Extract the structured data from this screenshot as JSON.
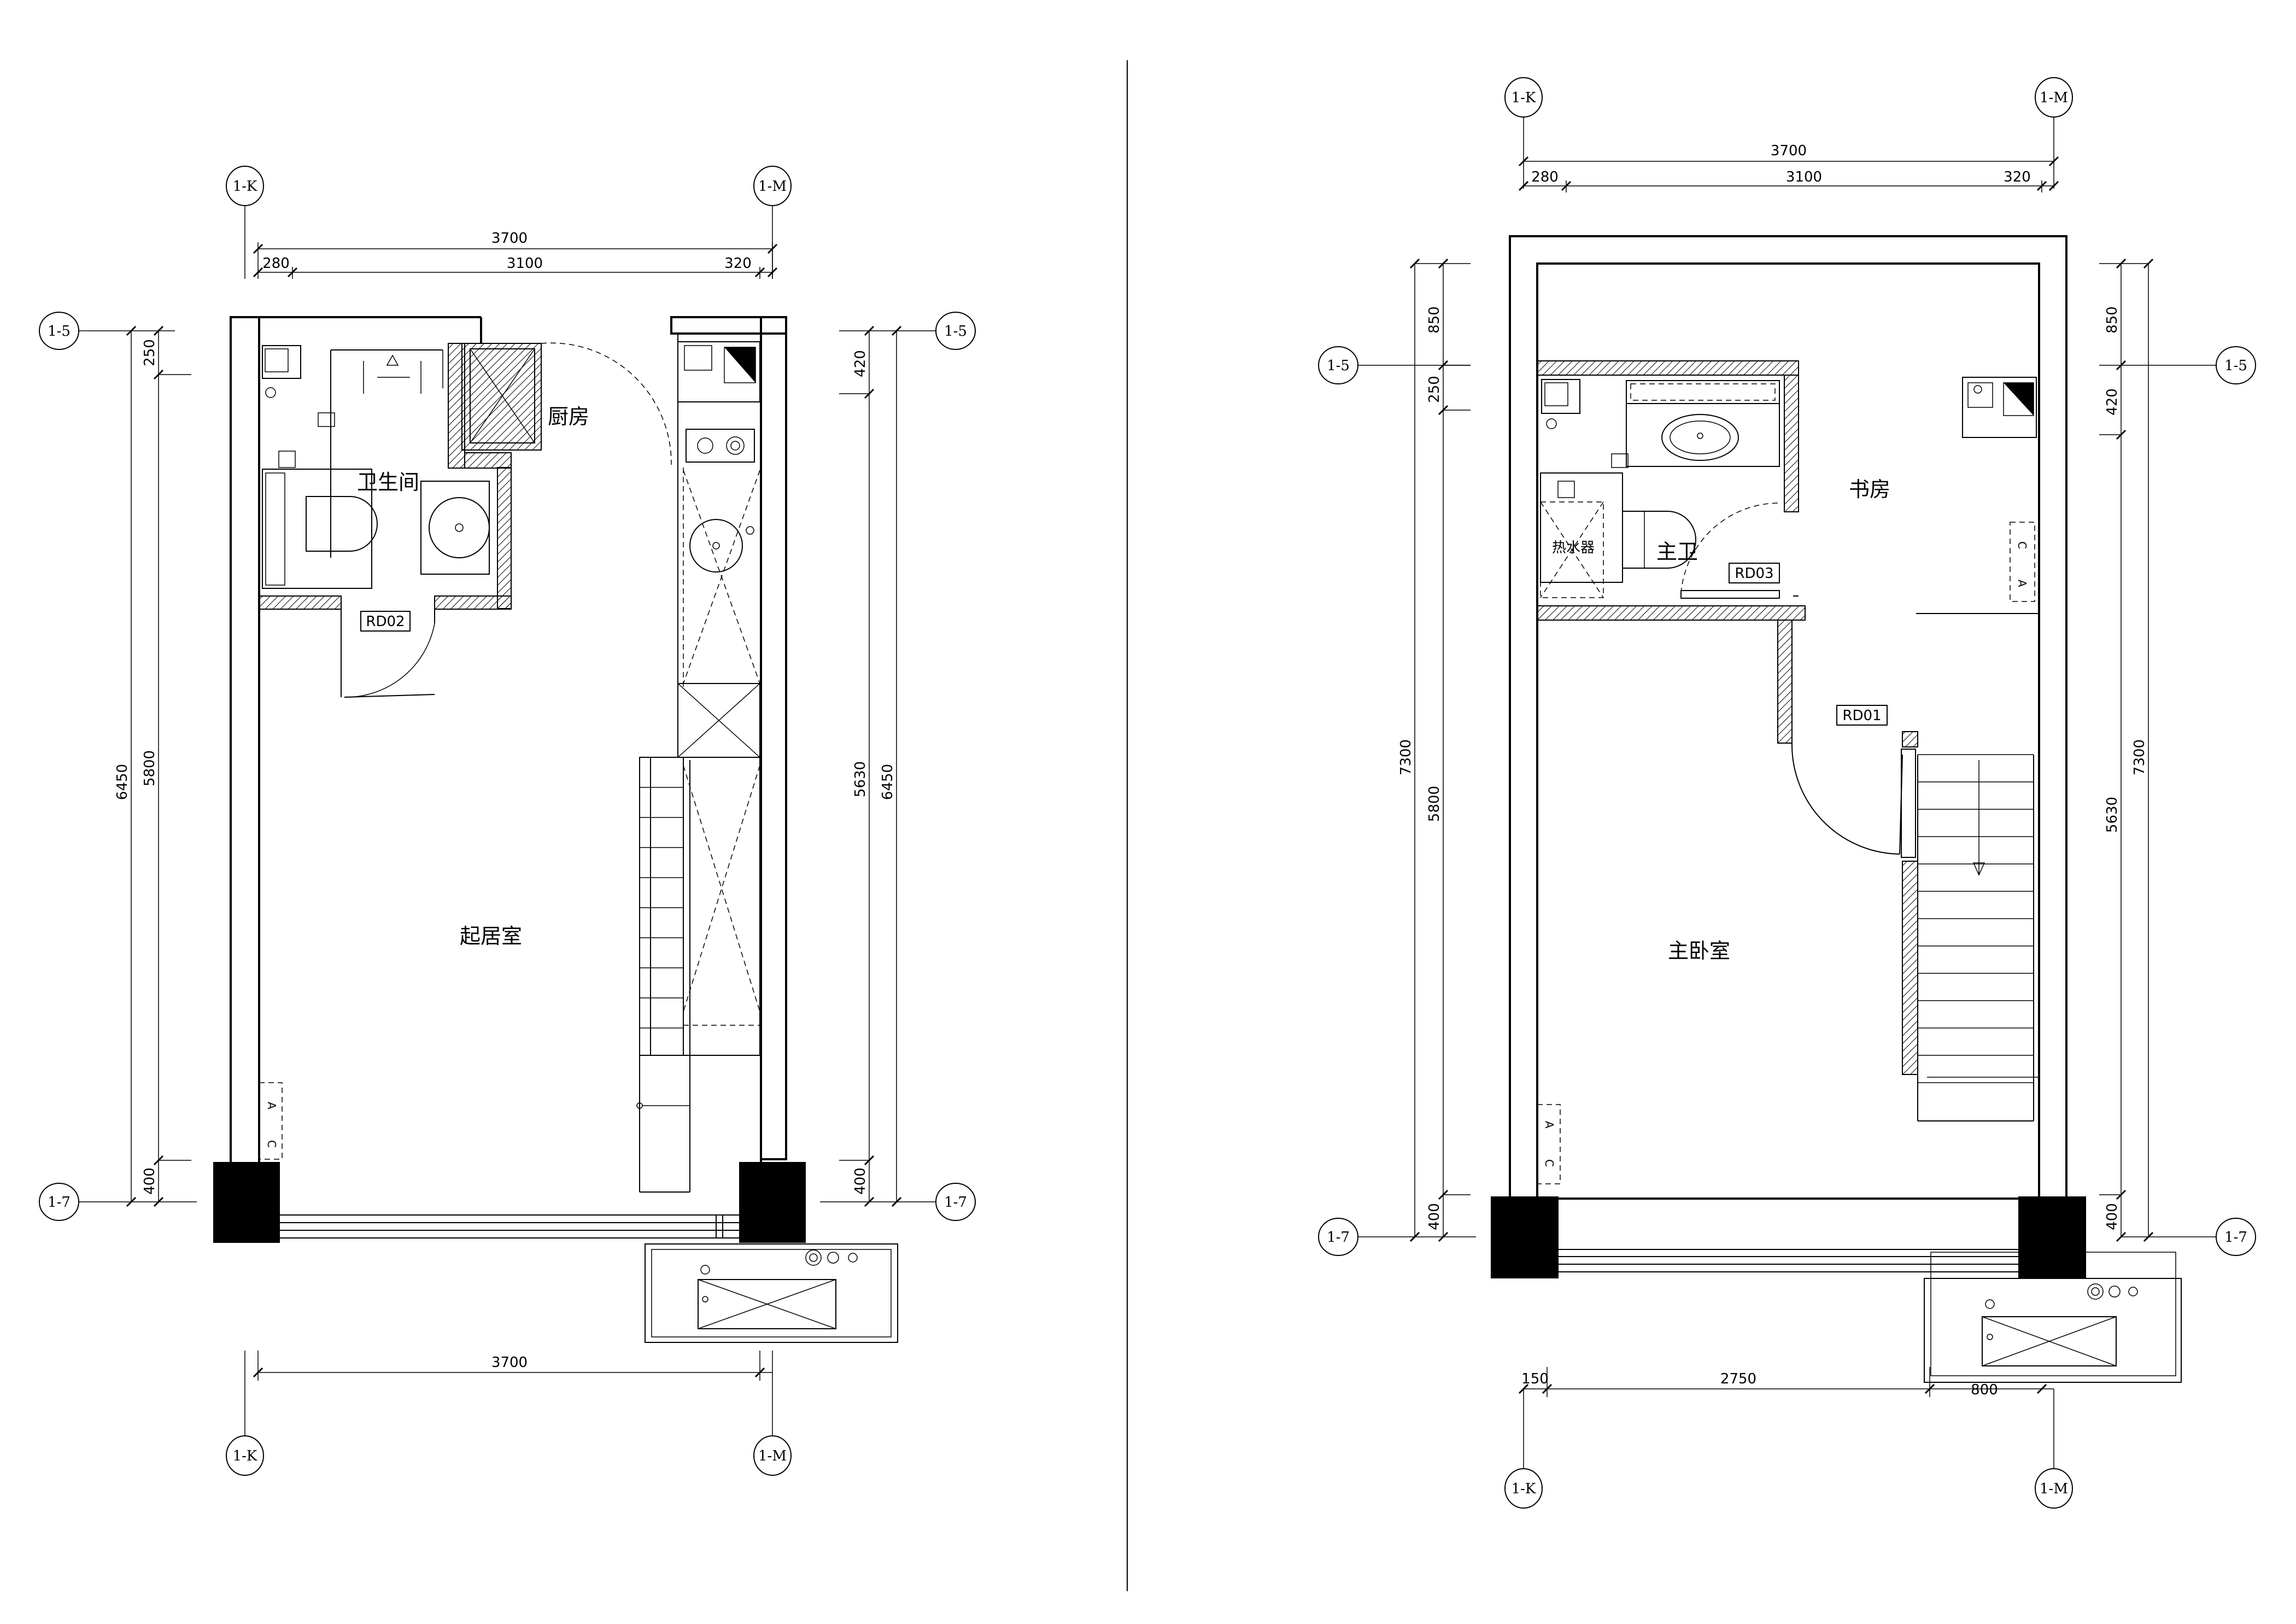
{
  "left_plan": {
    "axes": {
      "top_left": "1-K",
      "top_right": "1-M",
      "side_top": "1-5",
      "side_bottom": "1-7"
    },
    "dims": {
      "top_total": "3700",
      "top_a": "280",
      "top_b": "3100",
      "top_c": "320",
      "left_outer": "6450",
      "left_inner": "5800",
      "left_top": "250",
      "left_bottom": "400",
      "right_outer": "6450",
      "right_inner": "5630",
      "right_top": "420",
      "right_bottom": "400",
      "bottom_total": "3700"
    },
    "rooms": {
      "bathroom": "卫生间",
      "kitchen": "厨房",
      "living": "起居室"
    },
    "doors": {
      "bath_door": "RD02"
    }
  },
  "right_plan": {
    "axes": {
      "top_left": "1-K",
      "top_right": "1-M",
      "side_top": "1-5",
      "side_bottom": "1-7"
    },
    "dims": {
      "top_total": "3700",
      "top_a": "280",
      "top_b": "3100",
      "top_c": "320",
      "left_outer": "7300",
      "left_inner": "5800",
      "left_top": "850",
      "left_mid": "250",
      "left_bottom": "400",
      "right_outer": "7300",
      "right_inner": "5630",
      "right_top": "850",
      "right_mid": "420",
      "right_bottom": "400",
      "bottom_a": "150",
      "bottom_b": "2750",
      "bottom_c": "800"
    },
    "rooms": {
      "study": "书房",
      "master_bath": "主卫",
      "water_heater": "热水器",
      "master_bedroom": "主卧室"
    },
    "doors": {
      "bath_door": "RD03",
      "bedroom_door": "RD01"
    }
  }
}
